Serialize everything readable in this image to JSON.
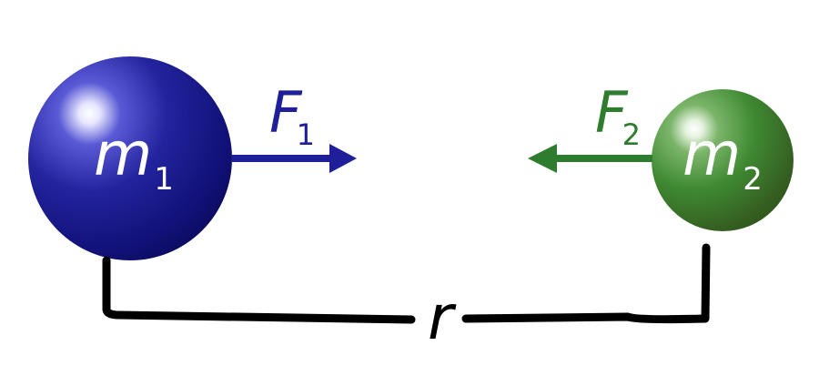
{
  "mass1": {
    "symbol": "m",
    "subscript": "1",
    "color": "#1b1b8f"
  },
  "mass2": {
    "symbol": "m",
    "subscript": "2",
    "color": "#3a7a2a"
  },
  "force1": {
    "symbol": "F",
    "subscript": "1",
    "color": "#1f1f99"
  },
  "force2": {
    "symbol": "F",
    "subscript": "2",
    "color": "#2e7d2e"
  },
  "distance": {
    "symbol": "r",
    "color": "#000000"
  }
}
